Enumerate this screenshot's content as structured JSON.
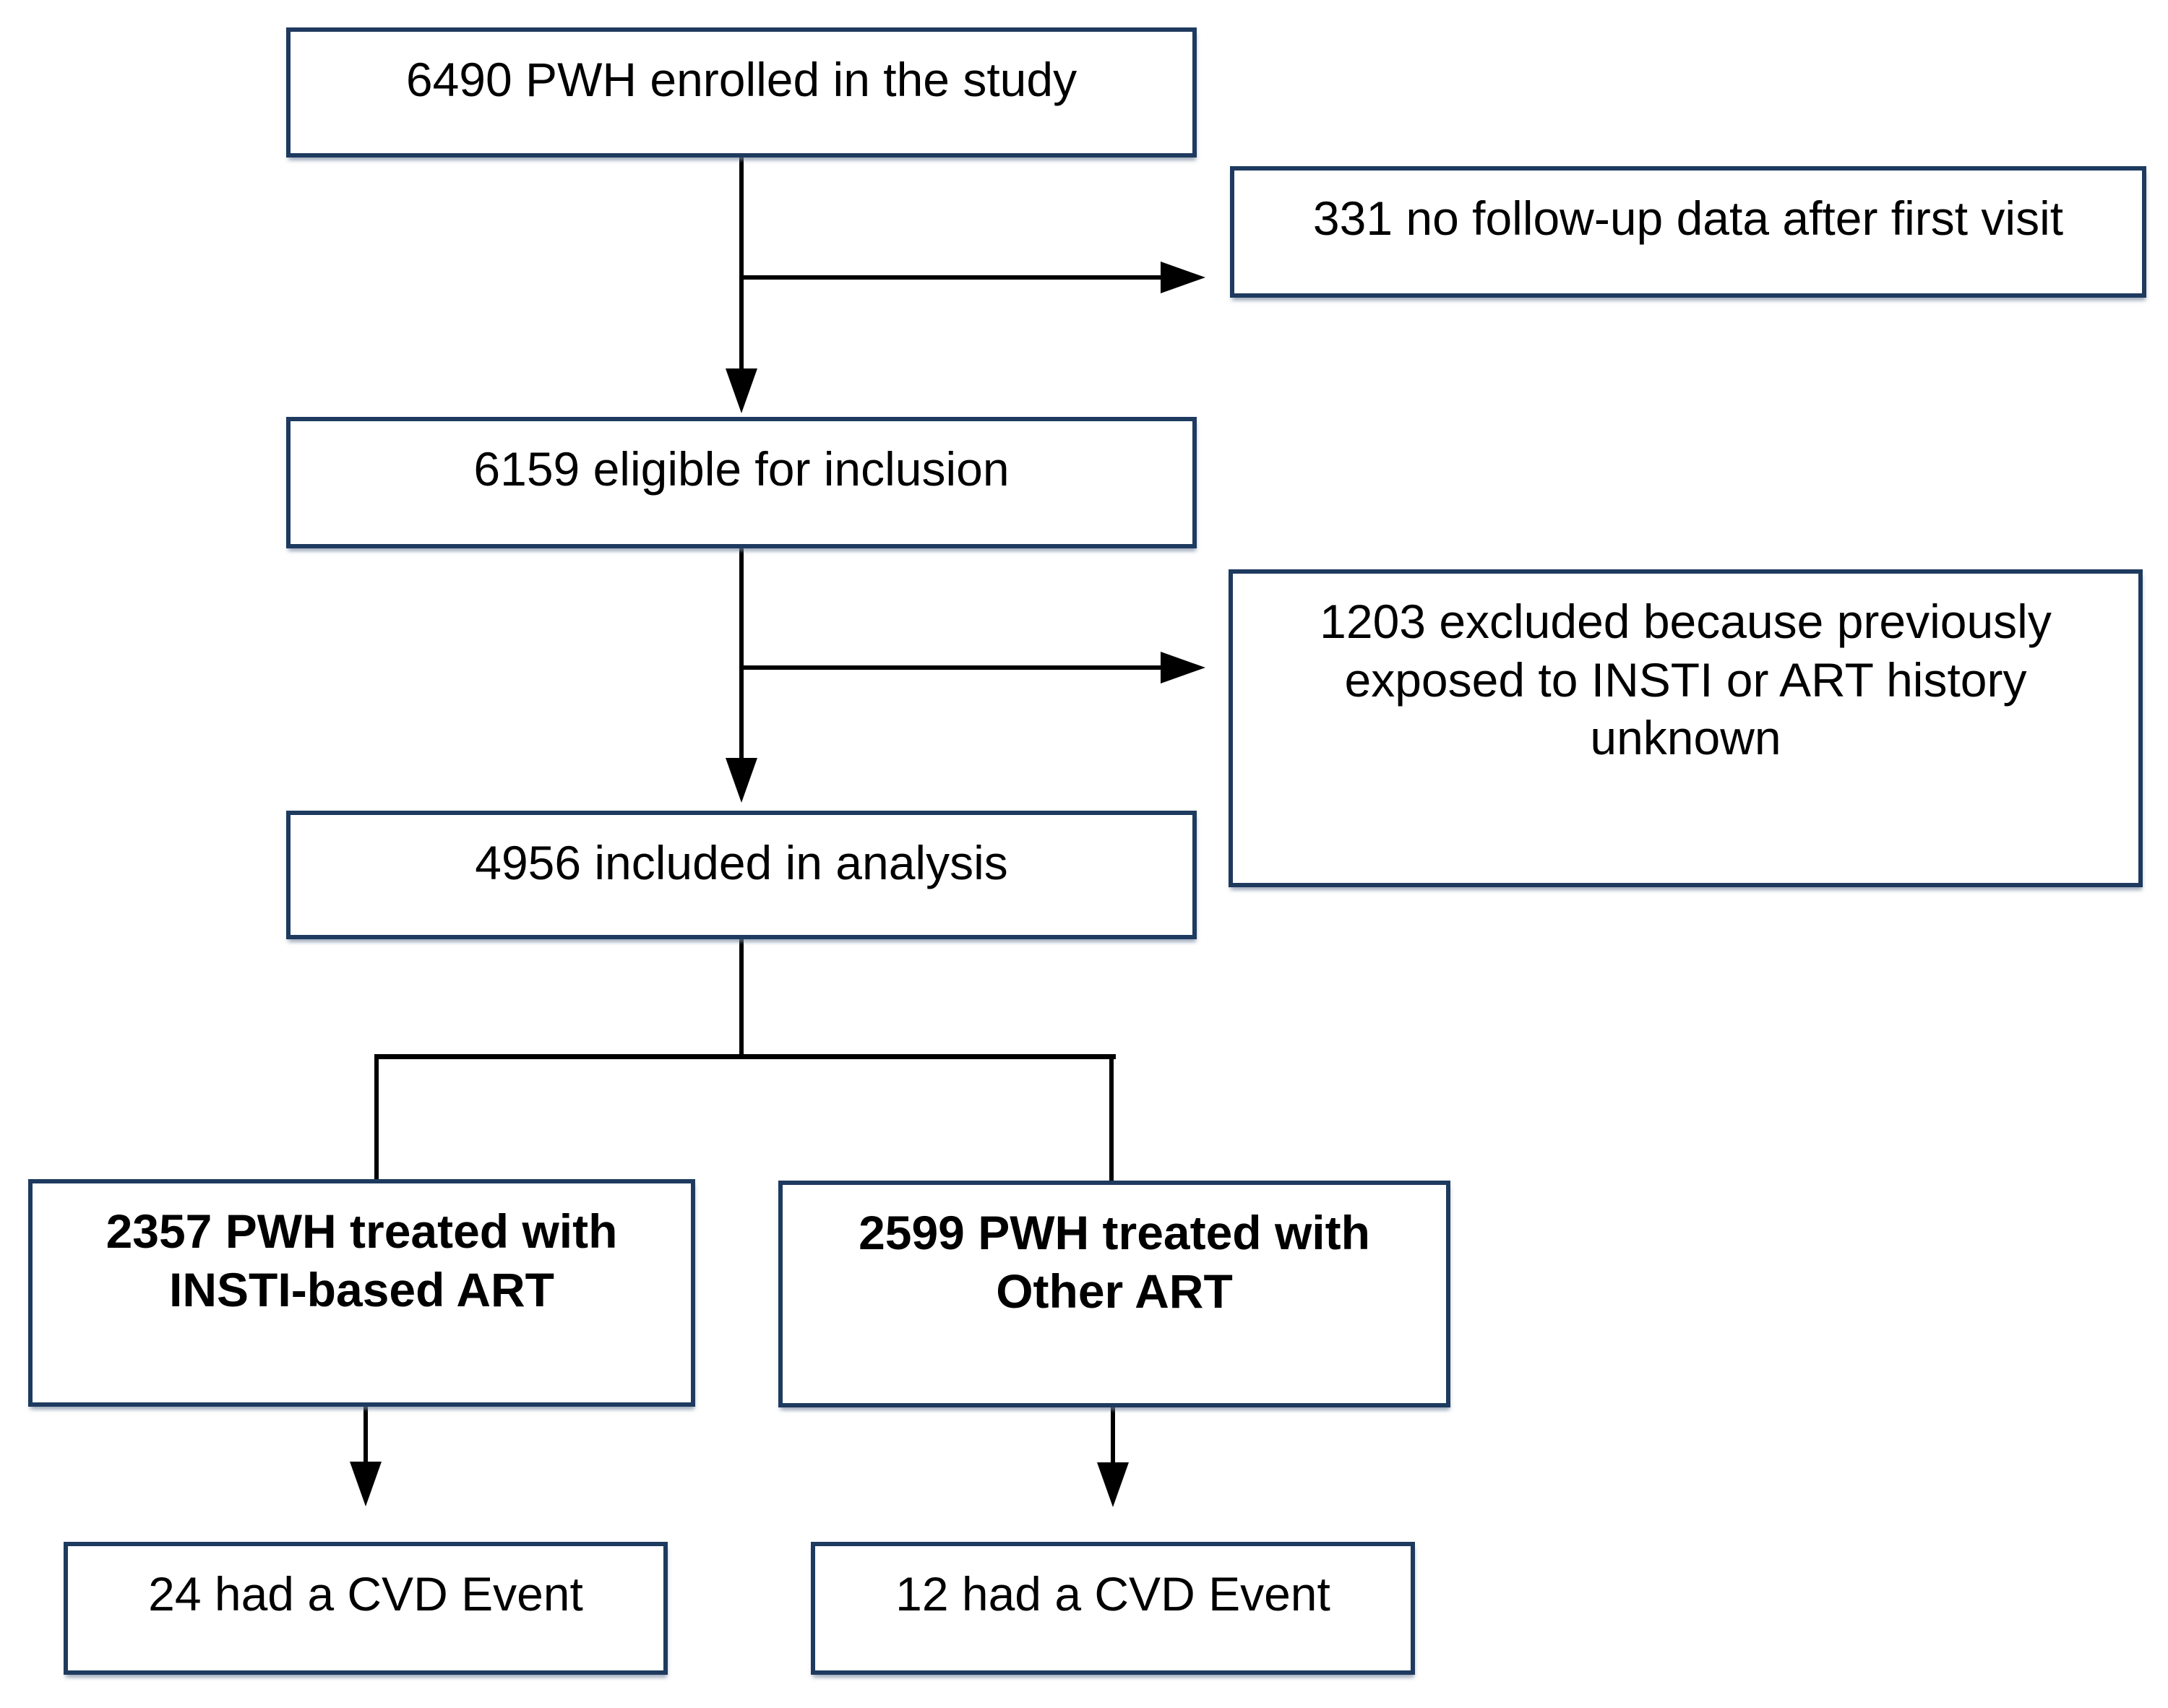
{
  "colors": {
    "box_border": "#1e3a5f",
    "box_fill": "#ffffff",
    "line": "#000000",
    "text": "#000000",
    "page_bg": "#ffffff"
  },
  "nodes": {
    "enrolled": {
      "label": "6490 PWH enrolled in the study"
    },
    "no_followup": {
      "label": "331 no follow-up data after first visit"
    },
    "eligible": {
      "label": "6159 eligible for inclusion"
    },
    "excluded": {
      "lines": [
        "1203 excluded because previously",
        "exposed to INSTI or ART history",
        "unknown"
      ]
    },
    "analysis": {
      "label": "4956 included in analysis"
    },
    "insti": {
      "lines": [
        "2357 PWH treated with",
        "INSTI-based ART"
      ]
    },
    "other": {
      "lines": [
        "2599 PWH treated with",
        "Other ART"
      ]
    },
    "cvd_insti": {
      "label": "24 had a CVD Event"
    },
    "cvd_other": {
      "label": "12 had a CVD Event"
    }
  },
  "edges": [
    {
      "from": "enrolled",
      "to": "no_followup"
    },
    {
      "from": "enrolled",
      "to": "eligible"
    },
    {
      "from": "eligible",
      "to": "excluded"
    },
    {
      "from": "eligible",
      "to": "analysis"
    },
    {
      "from": "analysis",
      "to": "insti"
    },
    {
      "from": "analysis",
      "to": "other"
    },
    {
      "from": "insti",
      "to": "cvd_insti"
    },
    {
      "from": "other",
      "to": "cvd_other"
    }
  ]
}
